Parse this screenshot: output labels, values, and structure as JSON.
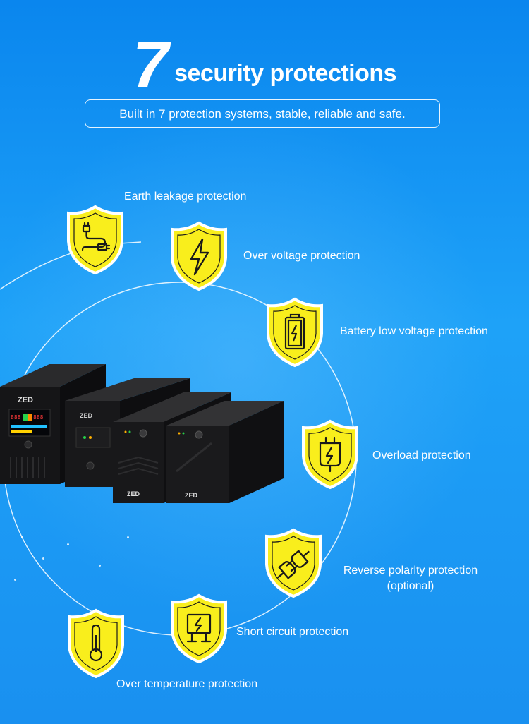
{
  "header": {
    "number": "7",
    "title": "security protections",
    "subtitle": "Built in 7 protection systems, stable, reliable and safe."
  },
  "brand": "ZED",
  "display": {
    "reading": "888"
  },
  "colors": {
    "shield_yellow": "#f9ee1c",
    "shield_outline": "#ffffff",
    "icon_stroke": "#1a1a1a",
    "background_top": "#0a86ee",
    "background_bottom": "#1990f0"
  },
  "features": [
    {
      "label": "Earth leakage protection",
      "icon": "plug-cable-icon"
    },
    {
      "label": "Over voltage protection",
      "icon": "lightning-bolt-icon"
    },
    {
      "label": "Battery low voltage protection",
      "icon": "battery-charge-icon"
    },
    {
      "label": "Overload protection",
      "icon": "socket-bolt-icon"
    },
    {
      "label": "Reverse polarlty protection",
      "label_line2": "(optional)",
      "icon": "plug-connect-icon"
    },
    {
      "label": "Short circuit protection",
      "icon": "circuit-board-icon"
    },
    {
      "label": "Over temperature protection",
      "icon": "thermometer-icon"
    }
  ]
}
